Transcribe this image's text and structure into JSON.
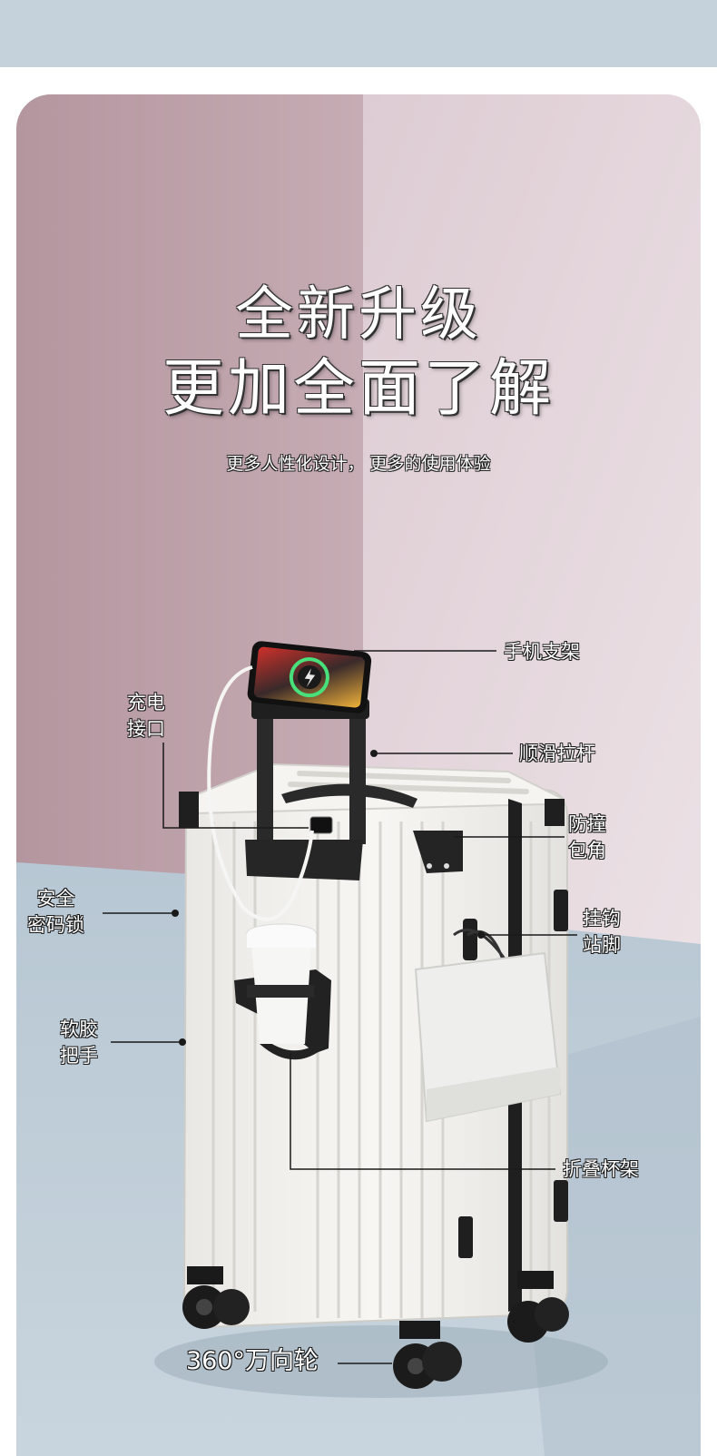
{
  "headline": {
    "line1": "全新升级",
    "line2": "更加全面了解",
    "subtitle": "更多人性化设计， 更多的使用体验"
  },
  "callouts": {
    "phone_holder": "手机支架",
    "charging_port": [
      "充电",
      "接口"
    ],
    "smooth_handle": "顺滑拉杆",
    "corner_guard": [
      "防撞",
      "包角"
    ],
    "security_lock": [
      "安全",
      "密码锁"
    ],
    "hook_stand": [
      "挂钩",
      "站脚"
    ],
    "soft_handle": [
      "软胶",
      "把手"
    ],
    "cup_holder": "折叠杯架",
    "spinner_wheels": "360°万向轮"
  },
  "colors": {
    "top_band": "#c5d2db",
    "wall_left": "#b99ea8",
    "wall_right": "#e4d6dc",
    "floor": "#bfced9",
    "suitcase": "#f2f1ee",
    "frame": "#1f1f1f"
  }
}
